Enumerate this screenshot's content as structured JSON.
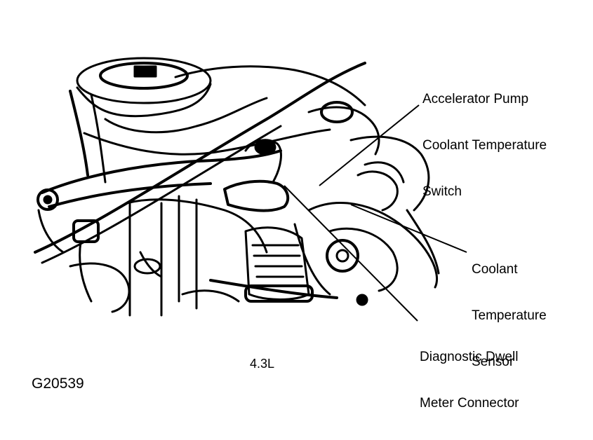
{
  "labels": {
    "accelerator": [
      "Accelerator Pump",
      "Coolant Temperature",
      "Switch"
    ],
    "coolant_sensor": [
      "Coolant",
      "Temperature",
      "Sensor"
    ],
    "dwell": [
      "Diagnostic Dwell",
      "Meter Connector"
    ]
  },
  "engine_label": "4.3L",
  "figure_id": "G20539",
  "colors": {
    "ink": "#000000",
    "paper": "#ffffff"
  }
}
